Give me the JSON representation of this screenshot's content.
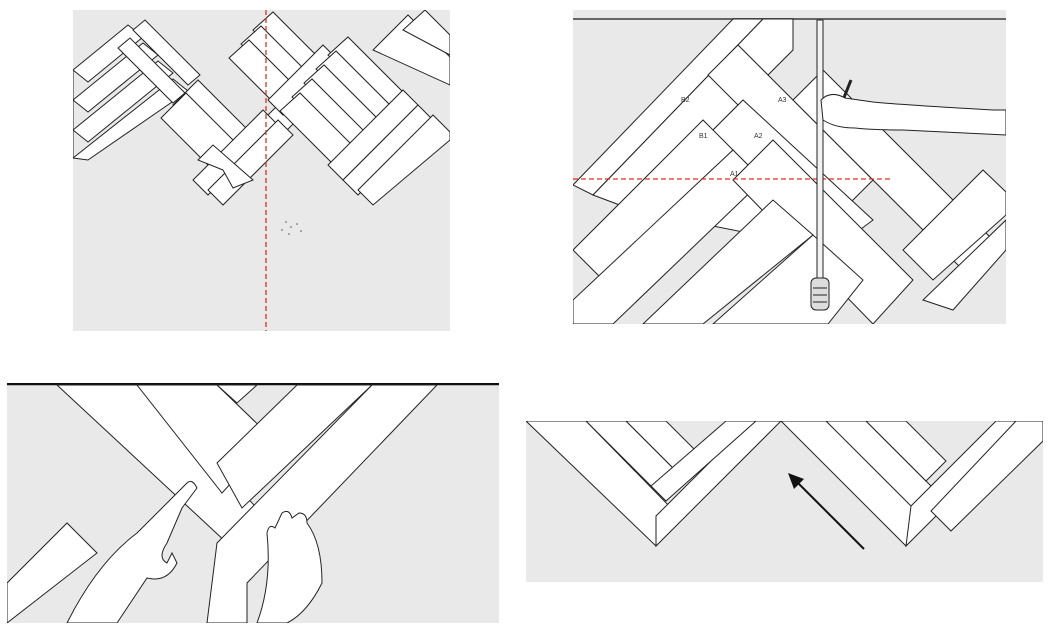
{
  "panels": [
    {
      "id": "centerline-zigzag",
      "caption": ""
    },
    {
      "id": "measure-first-rows",
      "caption": ""
    },
    {
      "id": "place-planks-by-hand",
      "caption": ""
    },
    {
      "id": "fill-upward-arrow",
      "caption": ""
    }
  ],
  "labels": {
    "b2": "B2",
    "a3": "A3",
    "b1": "B1",
    "a2": "A2",
    "a1": "A1"
  },
  "colors": {
    "background": "#e9e9e9",
    "plank": "#ffffff",
    "outline": "#222222",
    "guide_line": "#e0301e",
    "arrow": "#111111"
  },
  "icons": [
    "measuring-tape-icon",
    "pencil-icon",
    "hand-icon",
    "direction-arrow-icon"
  ]
}
